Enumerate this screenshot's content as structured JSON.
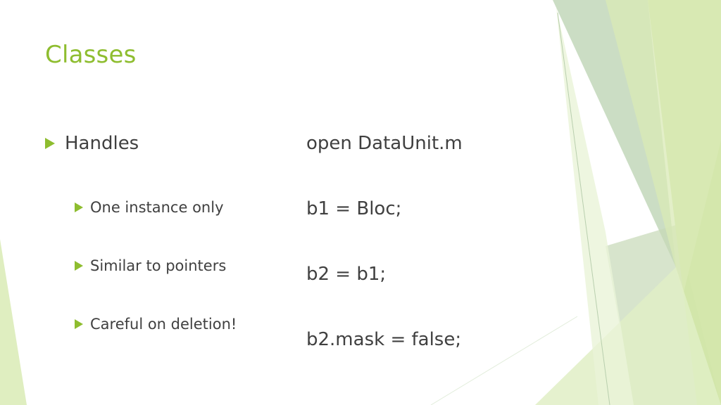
{
  "slide": {
    "title": "Classes"
  },
  "left_column": {
    "level1": {
      "label": "Handles"
    },
    "level2": [
      {
        "label": "One instance only"
      },
      {
        "label": "Similar to pointers"
      },
      {
        "label": "Careful on deletion!"
      }
    ]
  },
  "right_column": {
    "lines": [
      "open DataUnit.m",
      "b1 = Bloc;",
      "b2 = b1;",
      "b2.mask = false;"
    ]
  },
  "theme": {
    "accent": "#8ebd2f",
    "text": "#404040",
    "background": "#ffffff"
  },
  "icons": {
    "bullet": "triangle-right-icon"
  }
}
